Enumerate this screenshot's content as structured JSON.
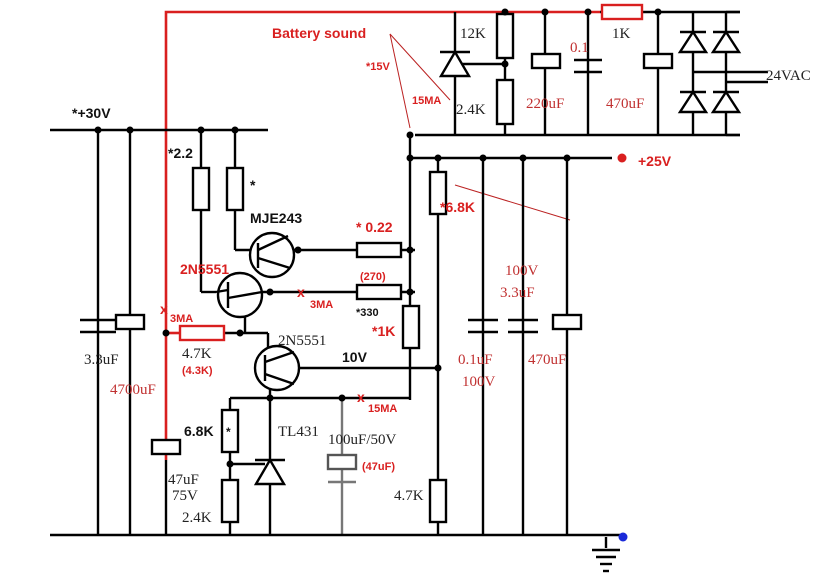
{
  "labels": {
    "battery_sound": "Battery sound",
    "v_plus30": "*+30V",
    "v_plus25": "+25V",
    "v_star15": "*15V",
    "ma15_top": "15MA",
    "r12k": "12K",
    "r2_4k_top": "2.4K",
    "c220u": "220uF",
    "c0_1": "0.1",
    "r1k_top": "1K",
    "c470u_top": "470uF",
    "vac24": "24VAC",
    "r2_2": "*2.2",
    "star_small": "*",
    "mje243": "MJE243",
    "r0_22": "* 0.22",
    "r6_8k_right": "*6.8K",
    "q2n5551_red": "2N5551",
    "r270": "(270)",
    "ma3_right": "3MA",
    "r330": "*330",
    "r1k_mid": "*1K",
    "ma3_left": "3MA",
    "r4_7k": "4.7K",
    "r4_3k": "(4.3K)",
    "q2n5551": "2N5551",
    "v10": "10V",
    "ma15_bot": "15MA",
    "c100u_top": "100V",
    "c3_3u_mid": "3.3uF",
    "c0_1u_bot": "0.1uF",
    "c100v_bot": "100V",
    "c470u_right": "470uF",
    "c3_3u_left": "3.3uF",
    "c4700u": "4700uF",
    "r6_8k_left": "6.8K",
    "tl431": "TL431",
    "c100u50v": "100uF/50V",
    "c47u_red": "(47uF)",
    "c47u": "47uF",
    "c75v": "75V",
    "r2_4k_bot": "2.4K",
    "r4_7k_bot": "4.7K",
    "mark_x": "x"
  },
  "colors": {
    "wire": "#000000",
    "highlight": "#d91f1f",
    "label_red": "#d92020",
    "value_brown": "#c03030",
    "ground_dot": "#1a2ad9"
  }
}
